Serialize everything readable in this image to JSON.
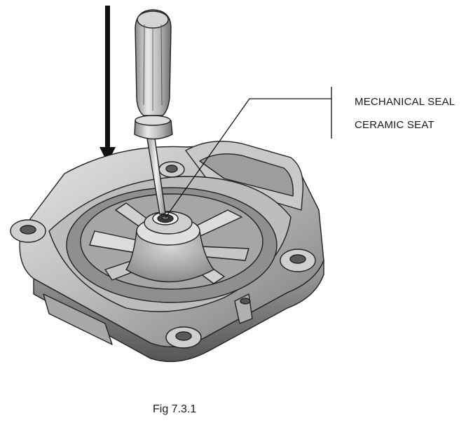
{
  "callout": {
    "line1": "MECHANICAL SEAL",
    "line2": "CERAMIC SEAT"
  },
  "caption": "Fig 7.3.1",
  "icons": {
    "direction": "down-arrow-icon",
    "tool": "screwdriver-icon",
    "part": "pump-housing-icon"
  }
}
